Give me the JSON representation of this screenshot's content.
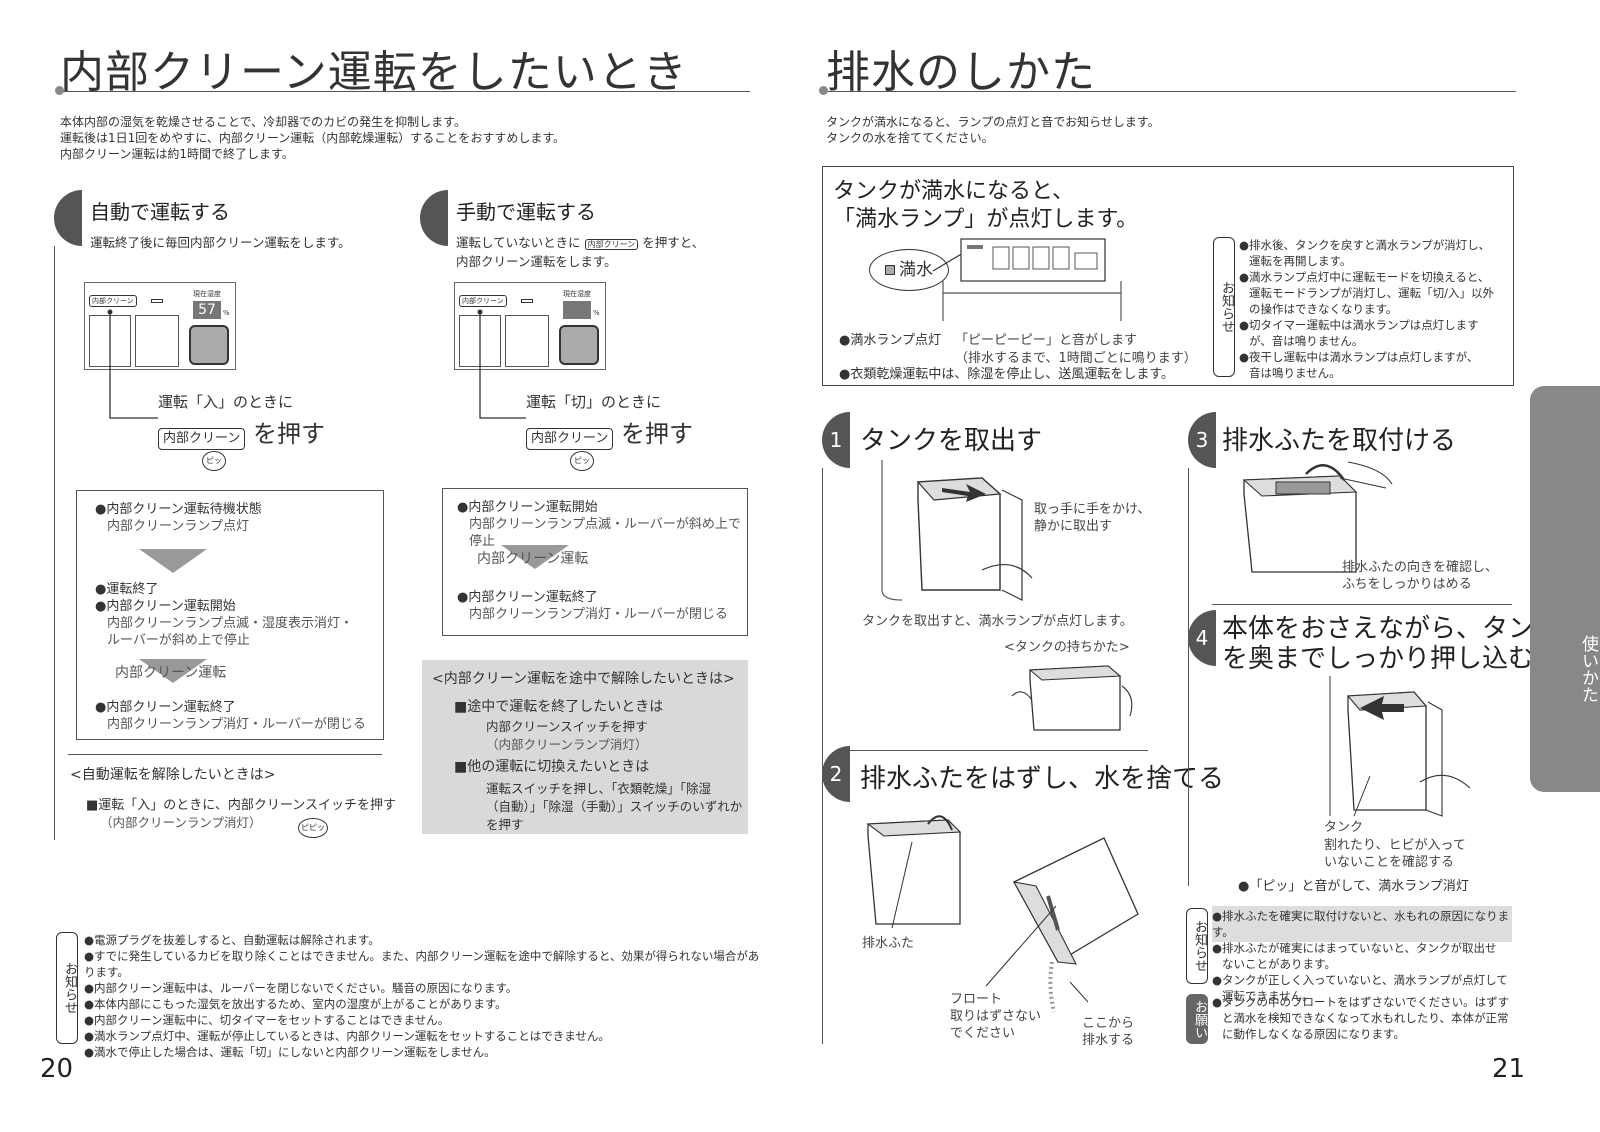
{
  "left": {
    "title": "内部クリーン運転をしたいとき",
    "intro": [
      "本体内部の湿気を乾燥させることで、冷却器でのカビの発生を抑制します。",
      "運転後は1日1回をめやすに、内部クリーン運転（内部乾燥運転）することをおすすめします。",
      "内部クリーン運転は約1時間で終了します。"
    ],
    "auto": {
      "heading": "自動で運転する",
      "desc": "運転終了後に毎回内部クリーン運転をします。",
      "panel_btn": "内部クリーン",
      "panel_hum_label": "現在湿度",
      "panel_hum_value": "57",
      "panel_pct": "%",
      "cond": "運転「入」のときに",
      "press_btn": "内部クリーン",
      "press_text": "を押す",
      "beep": "ピッ",
      "flow": [
        {
          "main": "●内部クリーン運転待機状態",
          "sub": "内部クリーンランプ点灯"
        },
        {
          "main": "●運転終了",
          "sub": ""
        },
        {
          "main": "●内部クリーン運転開始",
          "sub": "内部クリーンランプ点滅・湿度表示消灯・"
        },
        {
          "main": "",
          "sub": "ルーバーが斜め上で停止"
        },
        {
          "main": "●内部クリーン運転終了",
          "sub": "内部クリーンランプ消灯・ルーバーが閉じる"
        }
      ],
      "flow_running": "内部クリーン運転",
      "cancel_heading": "<自動運転を解除したいときは>",
      "cancel_main": "■運転「入」のときに、内部クリーンスイッチを押す",
      "cancel_sub": "（内部クリーンランプ消灯）",
      "cancel_beep": "ピピッ"
    },
    "manual": {
      "heading": "手動で運転する",
      "desc1_a": "運転していないときに",
      "desc1_btn": "内部クリーン",
      "desc1_b": "を押すと、",
      "desc2": "内部クリーン運転をします。",
      "panel_btn": "内部クリーン",
      "panel_hum_label": "現在湿度",
      "panel_pct": "%",
      "cond": "運転「切」のときに",
      "press_btn": "内部クリーン",
      "press_text": "を押す",
      "beep": "ピッ",
      "flow": [
        {
          "main": "●内部クリーン運転開始",
          "sub": "内部クリーンランプ点滅・ルーバーが斜め上で停止"
        },
        {
          "main": "●内部クリーン運転終了",
          "sub": "内部クリーンランプ消灯・ルーバーが閉じる"
        }
      ],
      "flow_running": "内部クリーン運転",
      "cancel_heading": "<内部クリーン運転を途中で解除したいときは>",
      "stop_main": "■途中で運転を終了したいときは",
      "stop_sub1": "内部クリーンスイッチを押す",
      "stop_sub2": "（内部クリーンランプ消灯）",
      "switch_main": "■他の運転に切換えたいときは",
      "switch_sub1": "運転スイッチを押し、「衣類乾燥」「除湿",
      "switch_sub2": "（自動）」「除湿（手動）」スイッチのいずれか",
      "switch_sub3": "を押す"
    },
    "notice_tab": "お知らせ",
    "notices": [
      "●電源プラグを抜差しすると、自動運転は解除されます。",
      "●すでに発生しているカビを取り除くことはできません。また、内部クリーン運転を途中で解除すると、効果が得られない場合があります。",
      "●内部クリーン運転中は、ルーバーを閉じないでください。騒音の原因になります。",
      "●本体内部にこもった湿気を放出するため、室内の湿度が上がることがあります。",
      "●内部クリーン運転中に、切タイマーをセットすることはできません。",
      "●満水ランプ点灯中、運転が停止しているときは、内部クリーン運転をセットすることはできません。",
      "●満水で停止した場合は、運転「切」にしないと内部クリーン運転をしません。"
    ],
    "page": "20"
  },
  "right": {
    "title": "排水のしかた",
    "intro": [
      "タンクが満水になると、ランプの点灯と音でお知らせします。",
      "タンクの水を捨ててください。"
    ],
    "full": {
      "heading1": "タンクが満水になると、",
      "heading2": "「満水ランプ」が点灯します。",
      "lamp_label": "満水",
      "beep_lead": "●満水ランプ点灯",
      "beep1": "「ピーピーピー」と音がします",
      "beep2": "（排水するまで、1時間ごとに鳴ります）",
      "dry_note": "●衣類乾燥運転中は、除湿を停止し、送風運転をします。",
      "notice_tab": "お知らせ",
      "notices": [
        "●排水後、タンクを戻すと満水ランプが消灯し、",
        "運転を再開します。",
        "●満水ランプ点灯中に運転モードを切換えると、",
        "運転モードランプが消灯し、運転「切/入」以外",
        "の操作はできなくなります。",
        "●切タイマー運転中は満水ランプは点灯します",
        "が、音は鳴りません。",
        "●夜干し運転中は満水ランプは点灯しますが、",
        "音は鳴りません。"
      ]
    },
    "step1": {
      "num": "1",
      "title": "タンクを取出す",
      "cap1": "取っ手に手をかけ、",
      "cap2": "静かに取出す",
      "note": "タンクを取出すと、満水ランプが点灯します。",
      "hold": "<タンクの持ちかた>"
    },
    "step2": {
      "num": "2",
      "title": "排水ふたをはずし、水を捨てる",
      "lid": "排水ふた",
      "float1": "フロート",
      "float2": "取りはずさない",
      "float3": "でください",
      "drain1": "ここから",
      "drain2": "排水する"
    },
    "step3": {
      "num": "3",
      "title": "排水ふたを取付ける",
      "cap1": "排水ふたの向きを確認し、",
      "cap2": "ふちをしっかりはめる"
    },
    "step4": {
      "num": "4",
      "title1": "本体をおさえながら、タンク",
      "title2": "を奥までしっかり押し込む",
      "tank": "タンク",
      "cap1": "割れたり、ヒビが入って",
      "cap2": "いないことを確認する",
      "beep": "●「ピッ」と音がして、満水ランプ消灯"
    },
    "bottom_notice_tab": "お知らせ",
    "bottom_notices": [
      "●排水ふたを確実に取付けないと、水もれの原因になります。",
      "●排水ふたが確実にはまっていないと、タンクが取出せ",
      "ないことがあります。",
      "●タンクが正しく入っていないと、満水ランプが点灯して",
      "運転できません。"
    ],
    "request_tab": "お願い",
    "requests": [
      "●タンクの中のフロートをはずさないでください。はずす",
      "と満水を検知できなくなって水もれしたり、本体が正常",
      "に動作しなくなる原因になります。"
    ],
    "side_tab": "使いかた",
    "page": "21"
  }
}
